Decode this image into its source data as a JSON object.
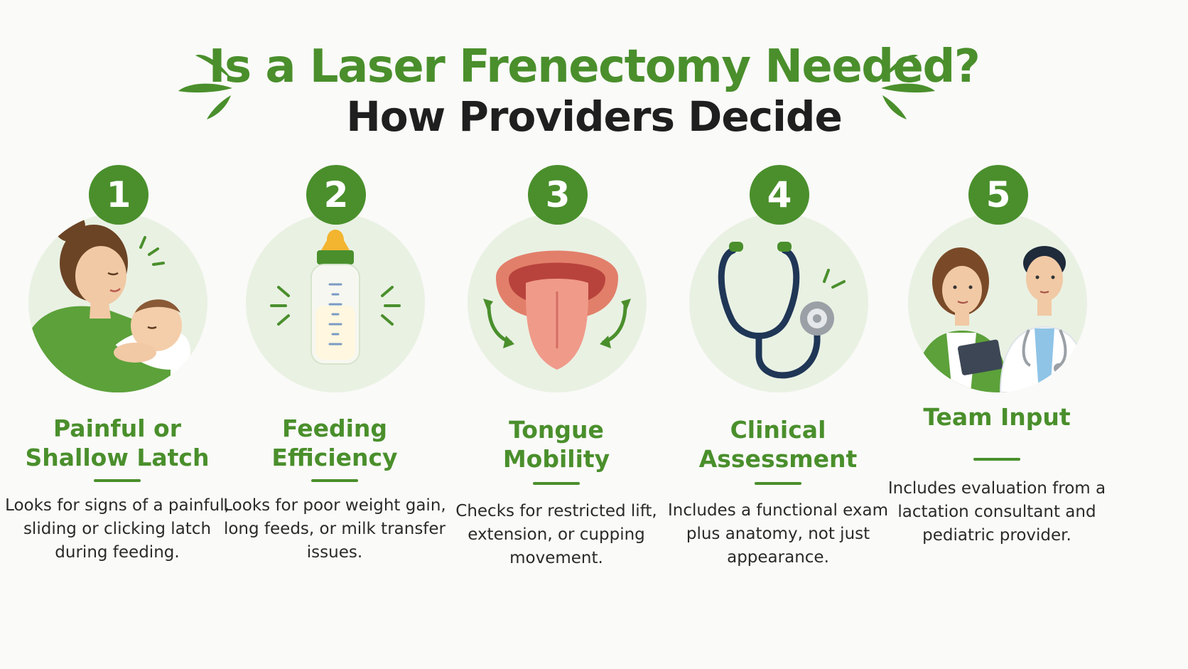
{
  "header": {
    "title": "Is a Laser Frenectomy Needed?",
    "subtitle": "How Providers Decide"
  },
  "colors": {
    "accent": "#4a8f2c",
    "circle_bg": "#e9f1e3",
    "text": "#2a2a2a"
  },
  "steps": [
    {
      "number": "1",
      "icon": "breastfeeding-mother-icon",
      "heading_line1": "Painful or",
      "heading_line2": "Shallow Latch",
      "description": "Looks for signs of a painful, sliding or clicking latch during feeding."
    },
    {
      "number": "2",
      "icon": "baby-bottle-icon",
      "heading_line1": "Feeding",
      "heading_line2": "Efficiency",
      "description": "Looks for poor weight gain, long feeds, or milk transfer issues."
    },
    {
      "number": "3",
      "icon": "tongue-icon",
      "heading_line1": "Tongue",
      "heading_line2": "Mobility",
      "description": "Checks for restricted lift, extension, or cupping movement."
    },
    {
      "number": "4",
      "icon": "stethoscope-icon",
      "heading_line1": "Clinical",
      "heading_line2": "Assessment",
      "description": "Includes a functional exam plus anatomy, not just appearance."
    },
    {
      "number": "5",
      "icon": "care-team-icon",
      "heading_line1": "Team Input",
      "heading_line2": "",
      "description": "Includes evaluation from a lactation consultant and pediatric provider."
    }
  ]
}
